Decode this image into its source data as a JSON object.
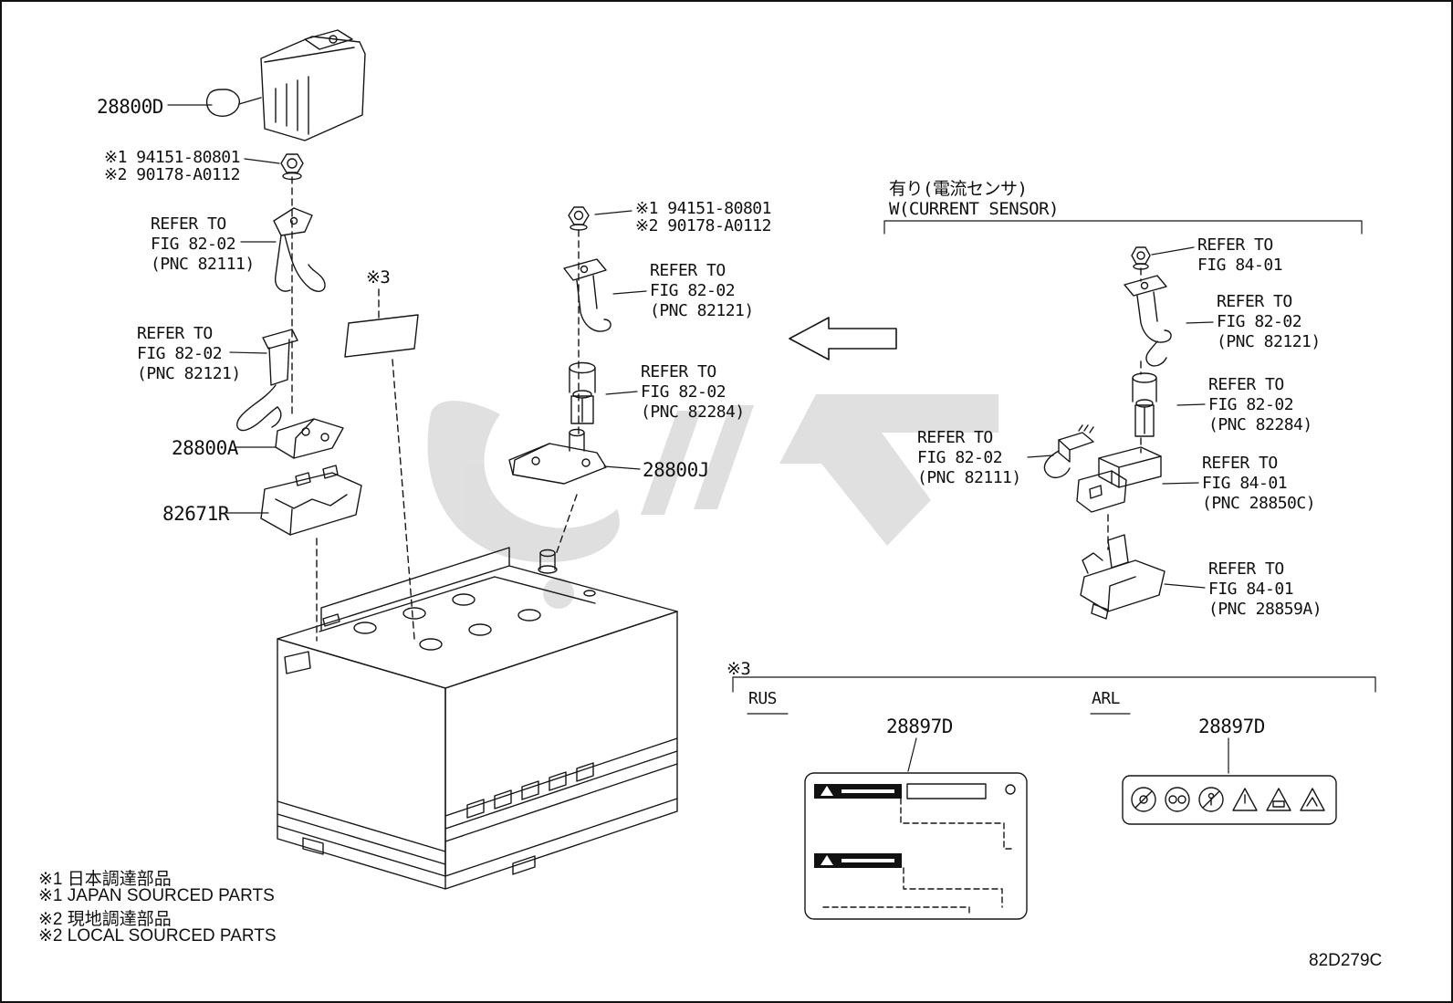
{
  "labels": {
    "cover": "28800D",
    "clamp_sub": "28800A",
    "tray": "82671R",
    "plate": "28800J",
    "caution_rus": "28897D",
    "caution_arl": "28897D"
  },
  "fasteners": {
    "left_1": "※1 94151-80801",
    "left_2": "※2 90178-A0112",
    "mid_1": "※1 94151-80801",
    "mid_2": "※2 90178-A0112"
  },
  "refs": {
    "l1": [
      "REFER TO",
      "FIG 82-02",
      "(PNC 82111)"
    ],
    "l2": [
      "REFER TO",
      "FIG 82-02",
      "(PNC 82121)"
    ],
    "m1": [
      "REFER TO",
      "FIG 82-02",
      "(PNC 82121)"
    ],
    "m2": [
      "REFER TO",
      "FIG 82-02",
      "(PNC 82284)"
    ],
    "r1": [
      "REFER TO",
      "FIG 84-01"
    ],
    "r2": [
      "REFER TO",
      "FIG 82-02",
      "(PNC 82121)"
    ],
    "r3": [
      "REFER TO",
      "FIG 82-02",
      "(PNC 82284)"
    ],
    "r4": [
      "REFER TO",
      "FIG 82-02",
      "(PNC 82111)"
    ],
    "r5": [
      "REFER TO",
      "FIG 84-01",
      "(PNC 28850C)"
    ],
    "r6": [
      "REFER TO",
      "FIG 84-01",
      "(PNC 28859A)"
    ]
  },
  "sensor_header": {
    "jp": "有り(電流センサ)",
    "en": "W(CURRENT SENSOR)"
  },
  "symbols": {
    "left": "※3",
    "bottom": "※3"
  },
  "regions": {
    "rus": "RUS",
    "arl": "ARL"
  },
  "footnotes": [
    "※1 日本調達部品",
    "※1 JAPAN SOURCED PARTS",
    "※2 現地調達部品",
    "※2 LOCAL SOURCED PARTS"
  ],
  "doc_code": "82D279C"
}
